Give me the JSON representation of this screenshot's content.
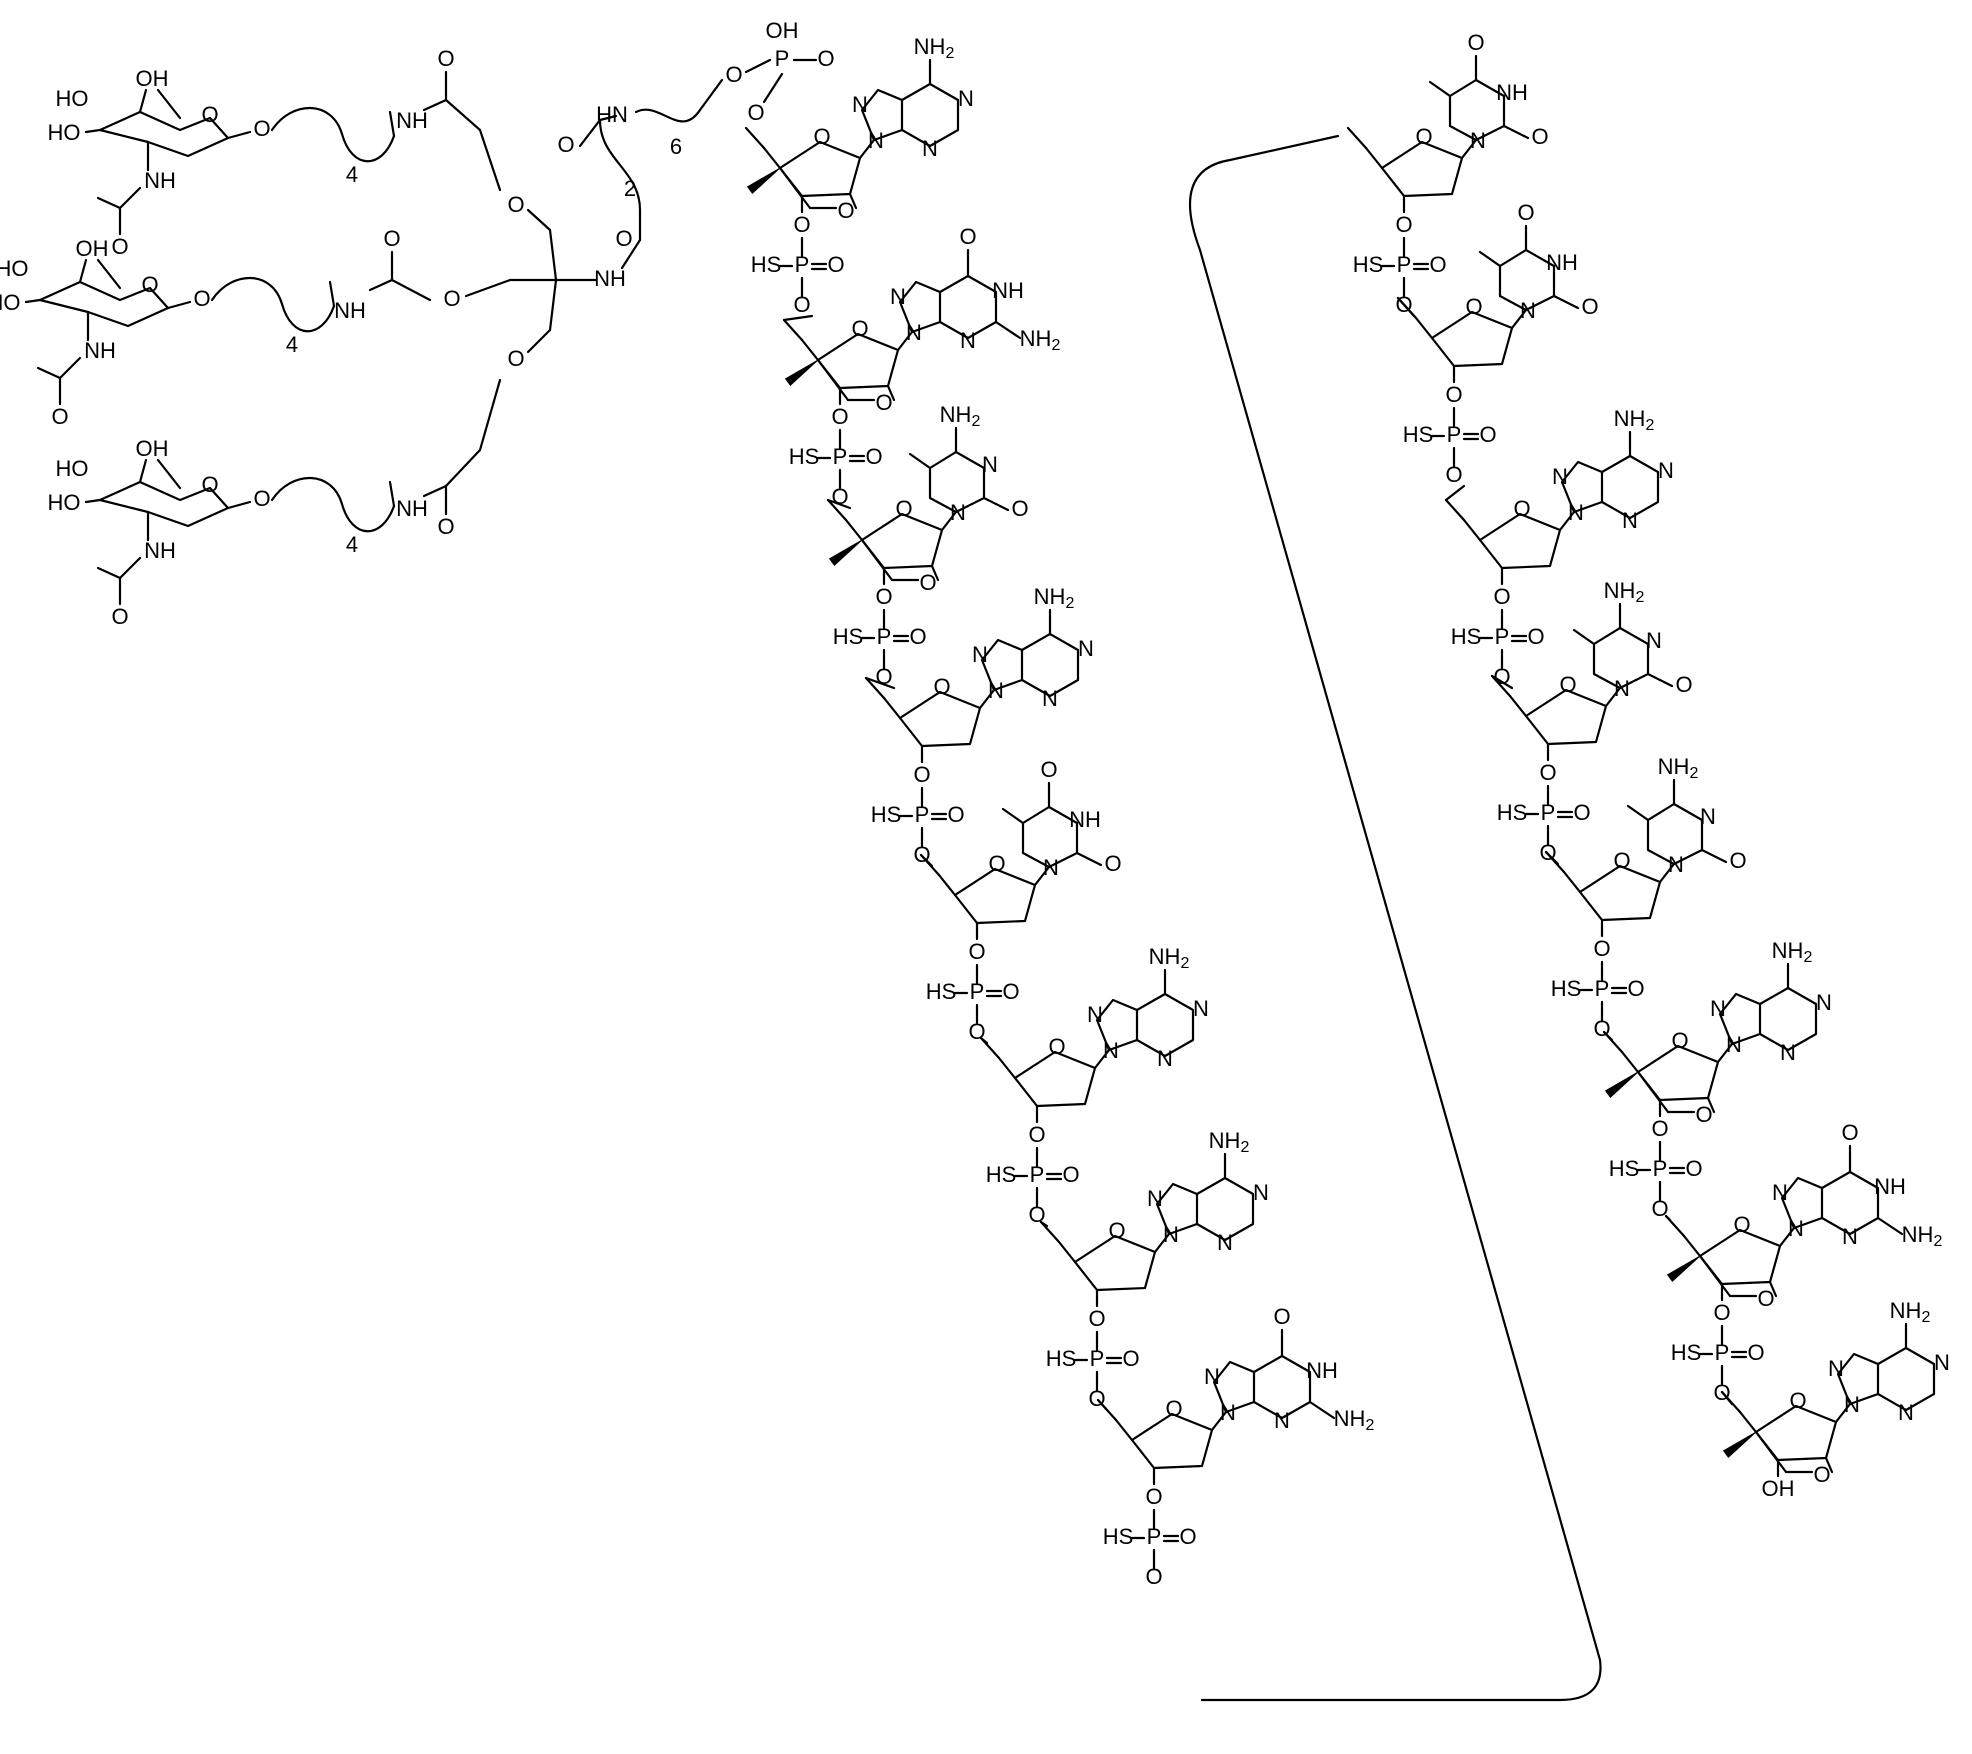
{
  "figure": {
    "background": "#ffffff",
    "stroke_color": "#000000"
  },
  "labels": {
    "OH": "OH",
    "HO": "HO",
    "O": "O",
    "NH": "NH",
    "HN": "HN",
    "N": "N",
    "NH2": "NH",
    "sub2": "2",
    "sub4": "4",
    "sub6": "6",
    "P": "P",
    "HS": "HS",
    "OP": "O",
    "PO": "P"
  },
  "linker": {
    "repeat_4": "4",
    "repeat_2": "2",
    "repeat_6": "6"
  },
  "sequence_left": [
    "A",
    "G",
    "mC",
    "A",
    "T",
    "A",
    "A",
    "G"
  ],
  "sequence_right": [
    "T",
    "T",
    "A",
    "mC",
    "mC",
    "A",
    "G",
    "A"
  ]
}
